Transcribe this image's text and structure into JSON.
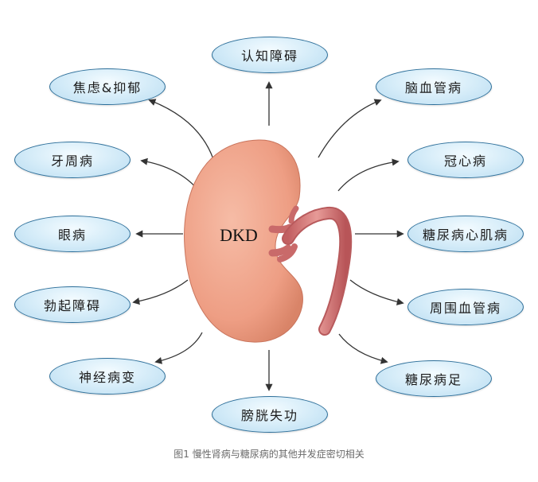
{
  "center_label": "DKD",
  "nodes": {
    "cognitive": "认知障碍",
    "anxiety": "焦虑&抑郁",
    "cerebrovascular": "脑血管病",
    "periodontal": "牙周病",
    "coronary": "冠心病",
    "eye": "眼病",
    "cardiomyopathy": "糖尿病心肌病",
    "erectile": "勃起障碍",
    "peripheral_vascular": "周围血管病",
    "neuropathy": "神经病变",
    "diabetic_foot": "糖尿病足",
    "bladder": "膀胱失功"
  },
  "caption": "图1  慢性肾病与糖尿病的其他并发症密切相关",
  "colors": {
    "kidney_fill": "#f2a88e",
    "pill_border": "#2d6f9a",
    "arrow": "#333333",
    "ureter": "#d67a7a"
  }
}
